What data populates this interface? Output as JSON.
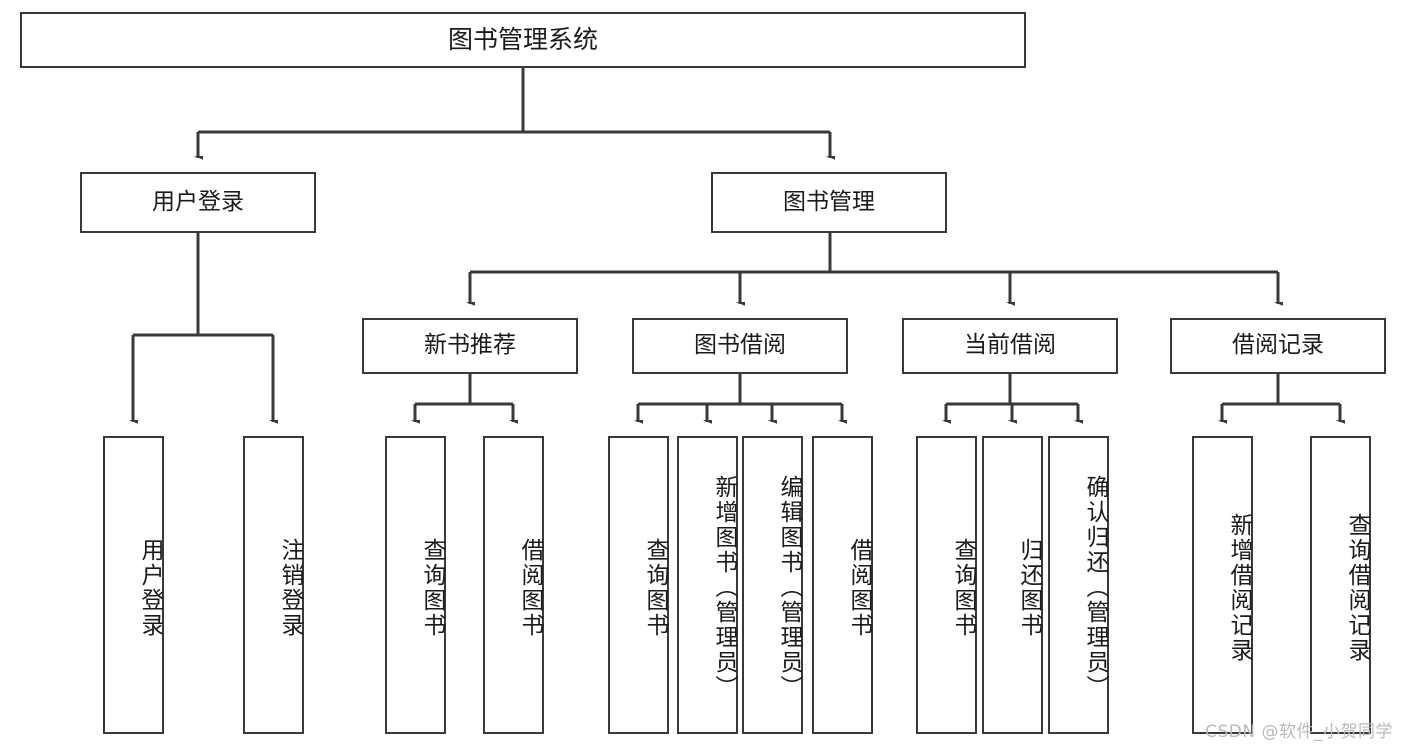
{
  "diagram": {
    "title": "图书管理系统",
    "type": "hierarchy-tree",
    "root": {
      "id": "root",
      "label": "图书管理系统"
    },
    "level1": [
      {
        "id": "user-login",
        "label": "用户登录"
      },
      {
        "id": "book-management",
        "label": "图书管理"
      }
    ],
    "level2": [
      {
        "id": "new-book-recommend",
        "label": "新书推荐",
        "parent": "book-management"
      },
      {
        "id": "book-borrow",
        "label": "图书借阅",
        "parent": "book-management"
      },
      {
        "id": "current-borrow",
        "label": "当前借阅",
        "parent": "book-management"
      },
      {
        "id": "borrow-record",
        "label": "借阅记录",
        "parent": "book-management"
      }
    ],
    "leaves": [
      {
        "id": "leaf-user-login",
        "label": "用户登录",
        "parent": "user-login"
      },
      {
        "id": "leaf-logout-login",
        "label": "注销登录",
        "parent": "user-login"
      },
      {
        "id": "leaf-query-book-1",
        "label": "查询图书",
        "parent": "new-book-recommend"
      },
      {
        "id": "leaf-borrow-book-1",
        "label": "借阅图书",
        "parent": "new-book-recommend"
      },
      {
        "id": "leaf-query-book-2",
        "label": "查询图书",
        "parent": "book-borrow"
      },
      {
        "id": "leaf-add-book",
        "label": "新增图书（管理员）",
        "parent": "book-borrow"
      },
      {
        "id": "leaf-edit-book",
        "label": "编辑图书（管理员）",
        "parent": "book-borrow"
      },
      {
        "id": "leaf-borrow-book-2",
        "label": "借阅图书",
        "parent": "book-borrow"
      },
      {
        "id": "leaf-query-book-3",
        "label": "查询图书",
        "parent": "current-borrow"
      },
      {
        "id": "leaf-return-book",
        "label": "归还图书",
        "parent": "current-borrow"
      },
      {
        "id": "leaf-confirm-return",
        "label": "确认归还（管理员）",
        "parent": "current-borrow"
      },
      {
        "id": "leaf-add-record",
        "label": "新增借阅记录",
        "parent": "borrow-record"
      },
      {
        "id": "leaf-query-record",
        "label": "查询借阅记录",
        "parent": "borrow-record"
      }
    ],
    "watermark": "CSDN @软件_小贺同学",
    "colors": {
      "stroke": "#36393d",
      "fill": "#ffffff",
      "text": "#1b1b1b",
      "watermark": "#b9b9b9"
    }
  }
}
